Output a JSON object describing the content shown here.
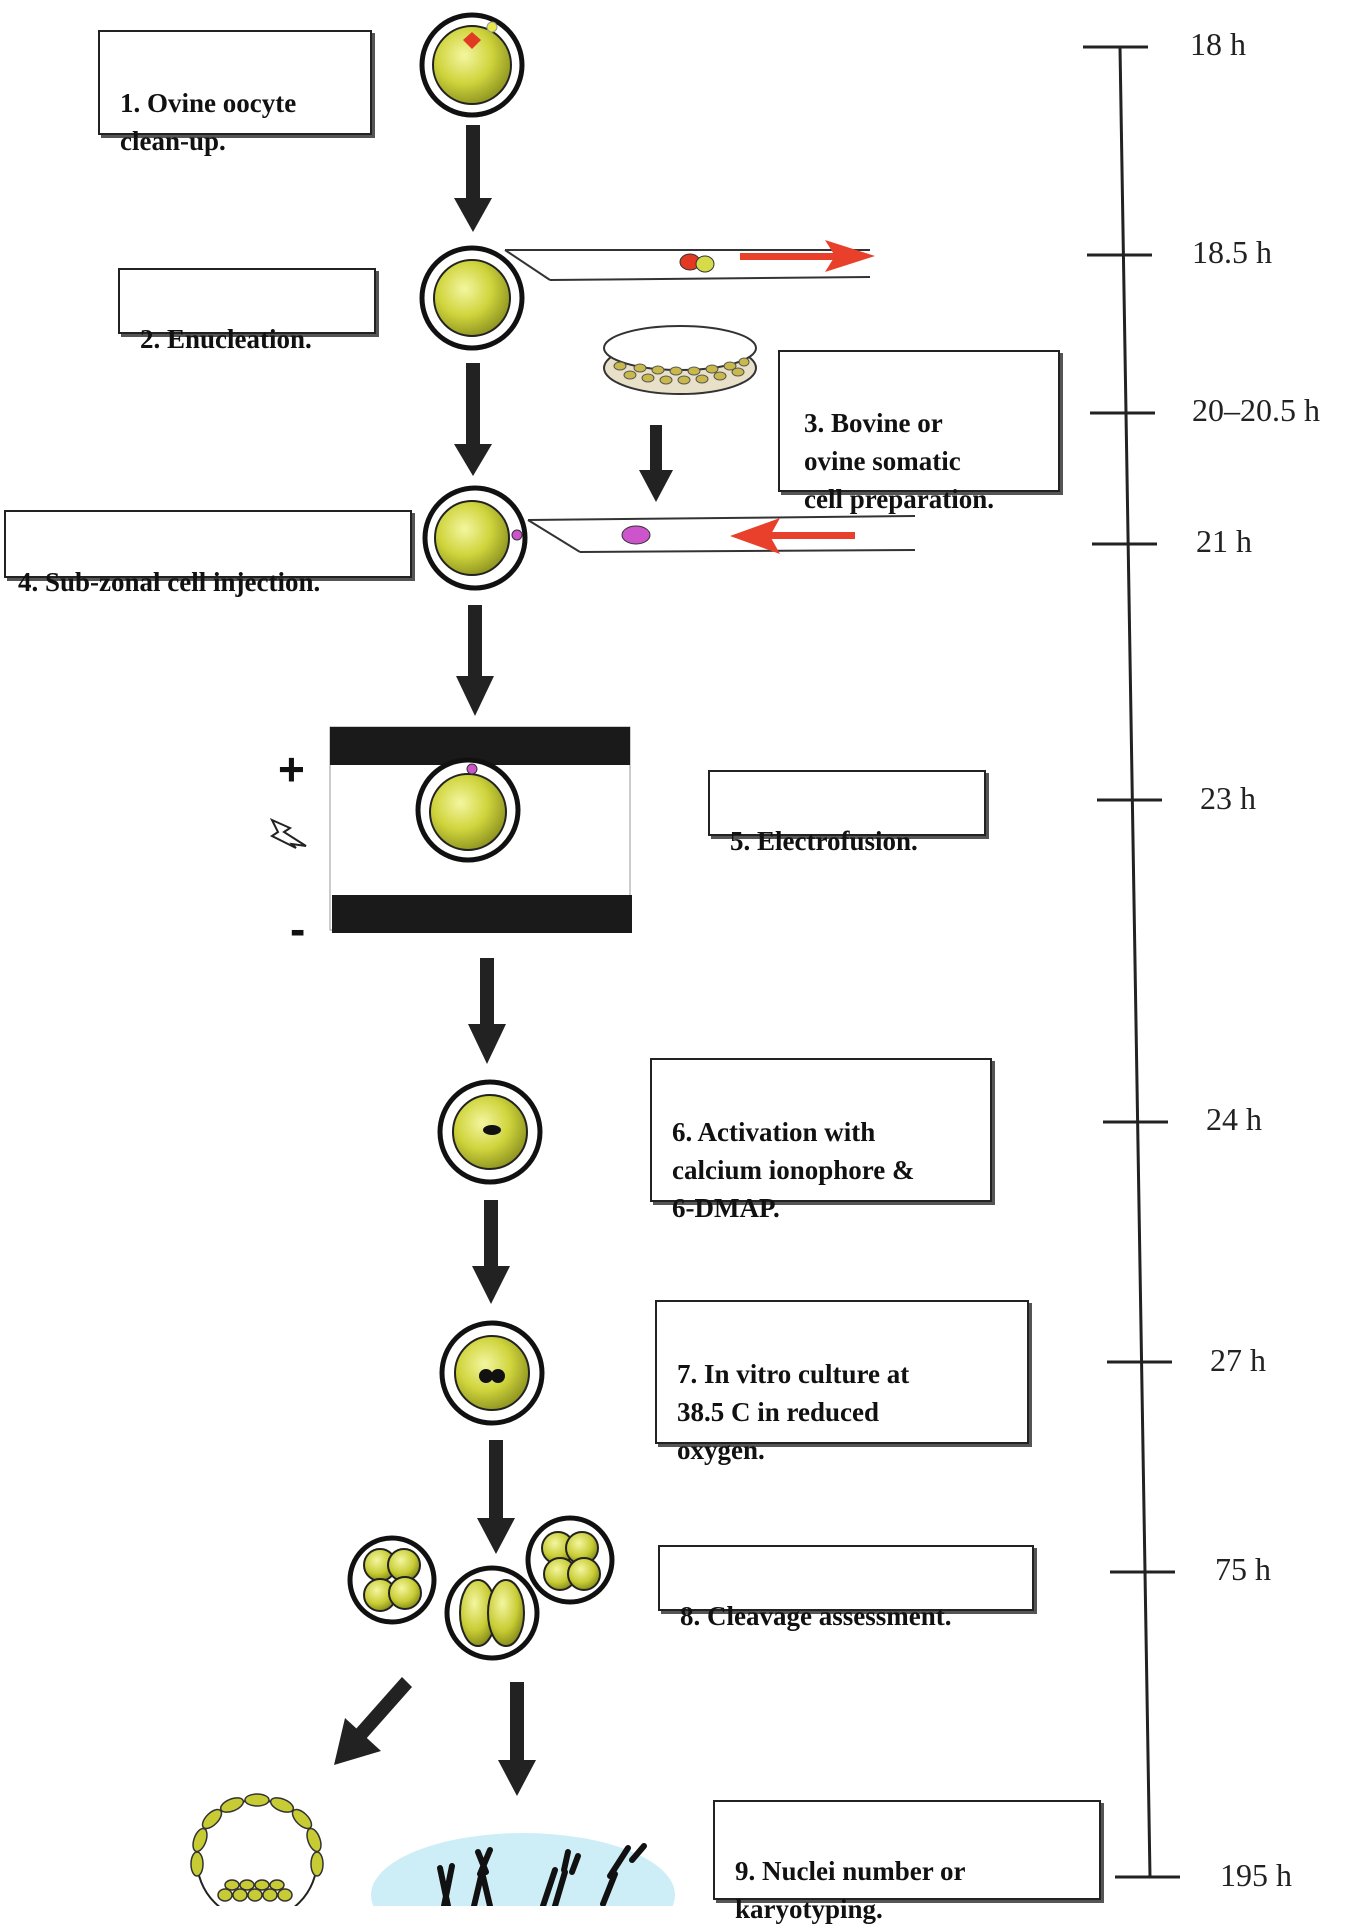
{
  "steps": [
    {
      "label": "1. Ovine oocyte\n        clean-up."
    },
    {
      "label": "2. Enucleation."
    },
    {
      "label": "3. Bovine or\novine somatic\ncell preparation."
    },
    {
      "label": "4. Sub-zonal cell injection."
    },
    {
      "label": "5. Electrofusion."
    },
    {
      "label": "6. Activation with\ncalcium ionophore &\n6-DMAP."
    },
    {
      "label": "7. In vitro culture at\n38.5 C in reduced\noxygen."
    },
    {
      "label": "8. Cleavage assessment."
    },
    {
      "label": "9. Nuclei number  or\nkaryotyping."
    }
  ],
  "timeline": [
    "18 h",
    "18.5 h",
    "20–20.5 h",
    "21 h",
    "23 h",
    "24 h",
    "27 h",
    "75 h",
    "195 h"
  ],
  "electrodes": {
    "positive": "+",
    "negative": "-"
  },
  "colors": {
    "cytoplasm": "#c8cc3a",
    "arrow": "#222222",
    "red_arrow": "#e8402a",
    "somatic_cell": "#cc55cc",
    "karyotype_bg": "#cdeef7"
  },
  "icons": [
    "oocyte-icon",
    "petri-dish-icon",
    "pipette-icon",
    "lightning-icon",
    "blastocyst-icon",
    "chromosome-icon"
  ]
}
